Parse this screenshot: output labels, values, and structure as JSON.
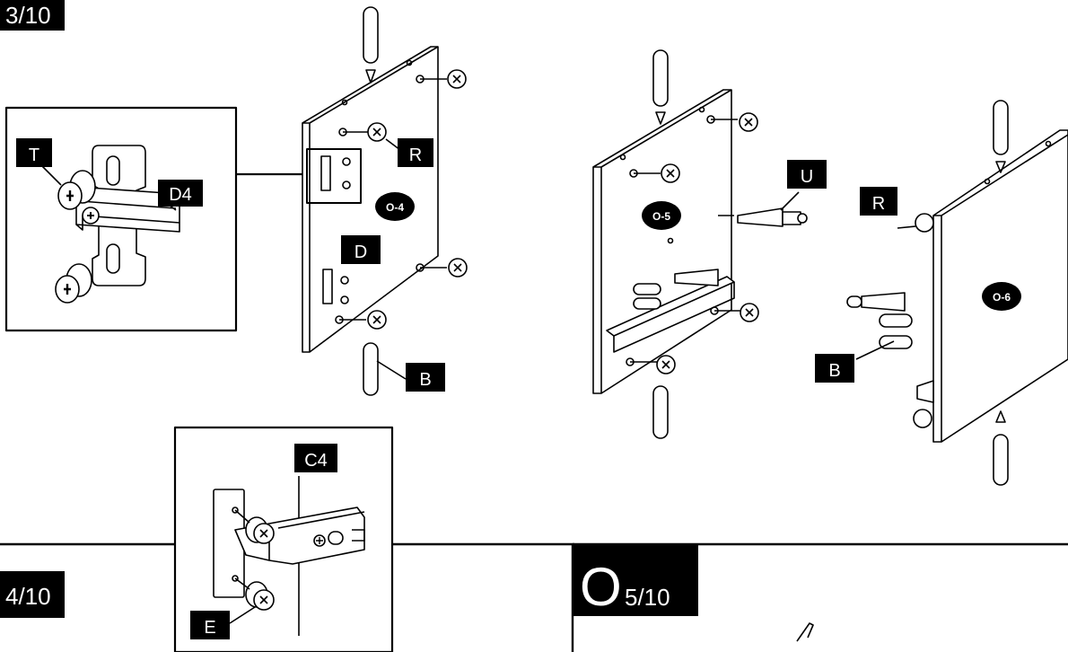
{
  "steps": {
    "step3": "3/10",
    "step4": "4/10",
    "step5_letter": "O",
    "step5": "5/10"
  },
  "parts": {
    "T": "T",
    "D4": "D4",
    "R_left": "R",
    "D": "D",
    "B_left": "B",
    "U": "U",
    "R_right": "R",
    "B_right": "B",
    "C4": "C4",
    "E": "E"
  },
  "panels": {
    "o4": "O-4",
    "o5": "O-5",
    "o6": "O-6"
  },
  "colors": {
    "ink": "#000000",
    "paper": "#ffffff"
  }
}
